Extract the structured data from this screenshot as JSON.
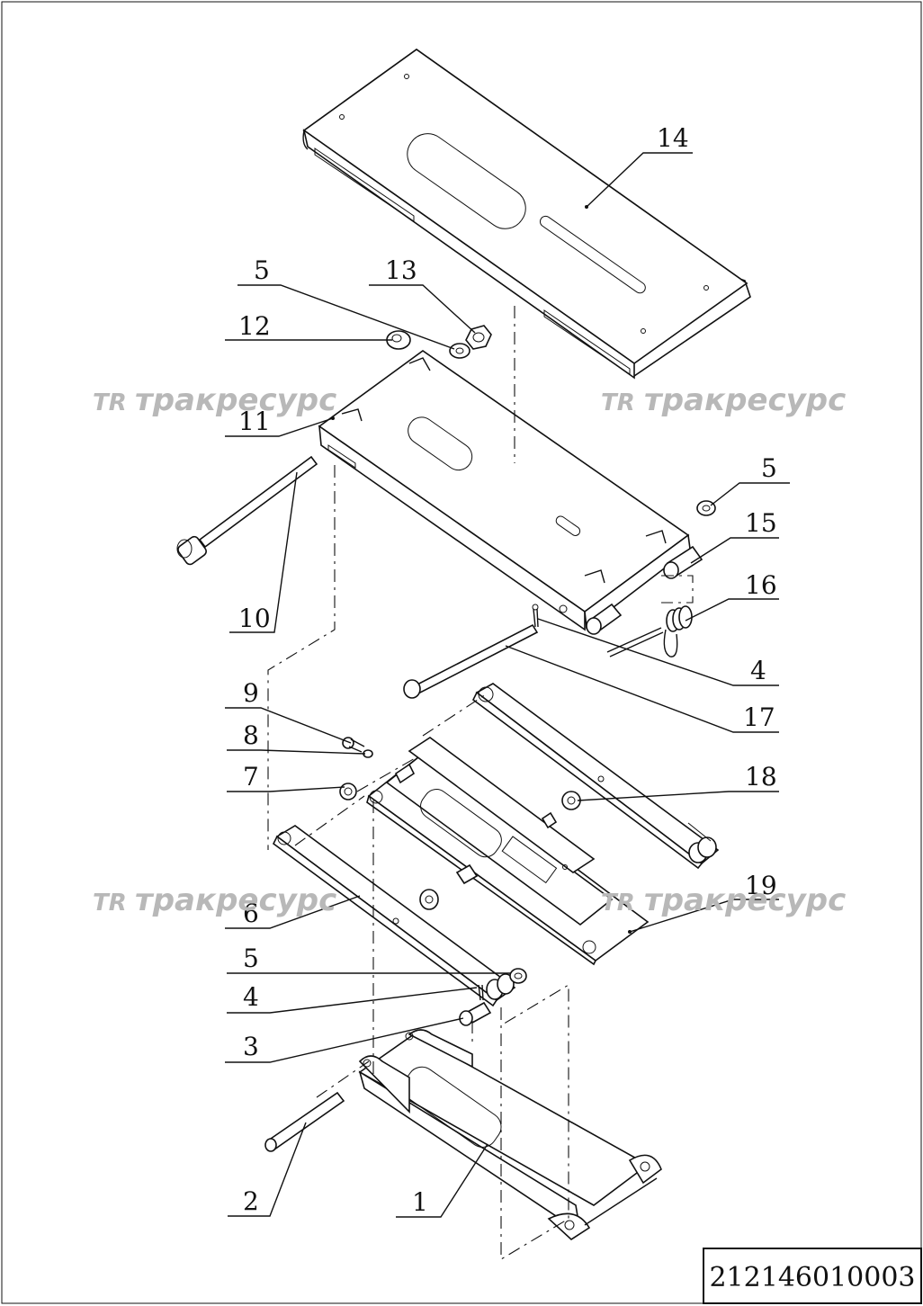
{
  "drawing_number": "212146010003",
  "watermark": {
    "logo": "TR",
    "text": "тракресурс"
  },
  "callouts": [
    {
      "id": "c14",
      "label": "14"
    },
    {
      "id": "c5a",
      "label": "5"
    },
    {
      "id": "c13",
      "label": "13"
    },
    {
      "id": "c12",
      "label": "12"
    },
    {
      "id": "c11",
      "label": "11"
    },
    {
      "id": "c5b",
      "label": "5"
    },
    {
      "id": "c15",
      "label": "15"
    },
    {
      "id": "c16",
      "label": "16"
    },
    {
      "id": "c10",
      "label": "10"
    },
    {
      "id": "c4a",
      "label": "4"
    },
    {
      "id": "c9",
      "label": "9"
    },
    {
      "id": "c17",
      "label": "17"
    },
    {
      "id": "c8",
      "label": "8"
    },
    {
      "id": "c7",
      "label": "7"
    },
    {
      "id": "c18",
      "label": "18"
    },
    {
      "id": "c19",
      "label": "19"
    },
    {
      "id": "c6",
      "label": "6"
    },
    {
      "id": "c5c",
      "label": "5"
    },
    {
      "id": "c4b",
      "label": "4"
    },
    {
      "id": "c3",
      "label": "3"
    },
    {
      "id": "c2",
      "label": "2"
    },
    {
      "id": "c1",
      "label": "1"
    }
  ],
  "colors": {
    "ink": "#111111",
    "watermark": "#b8b8b8",
    "paper": "#ffffff"
  }
}
